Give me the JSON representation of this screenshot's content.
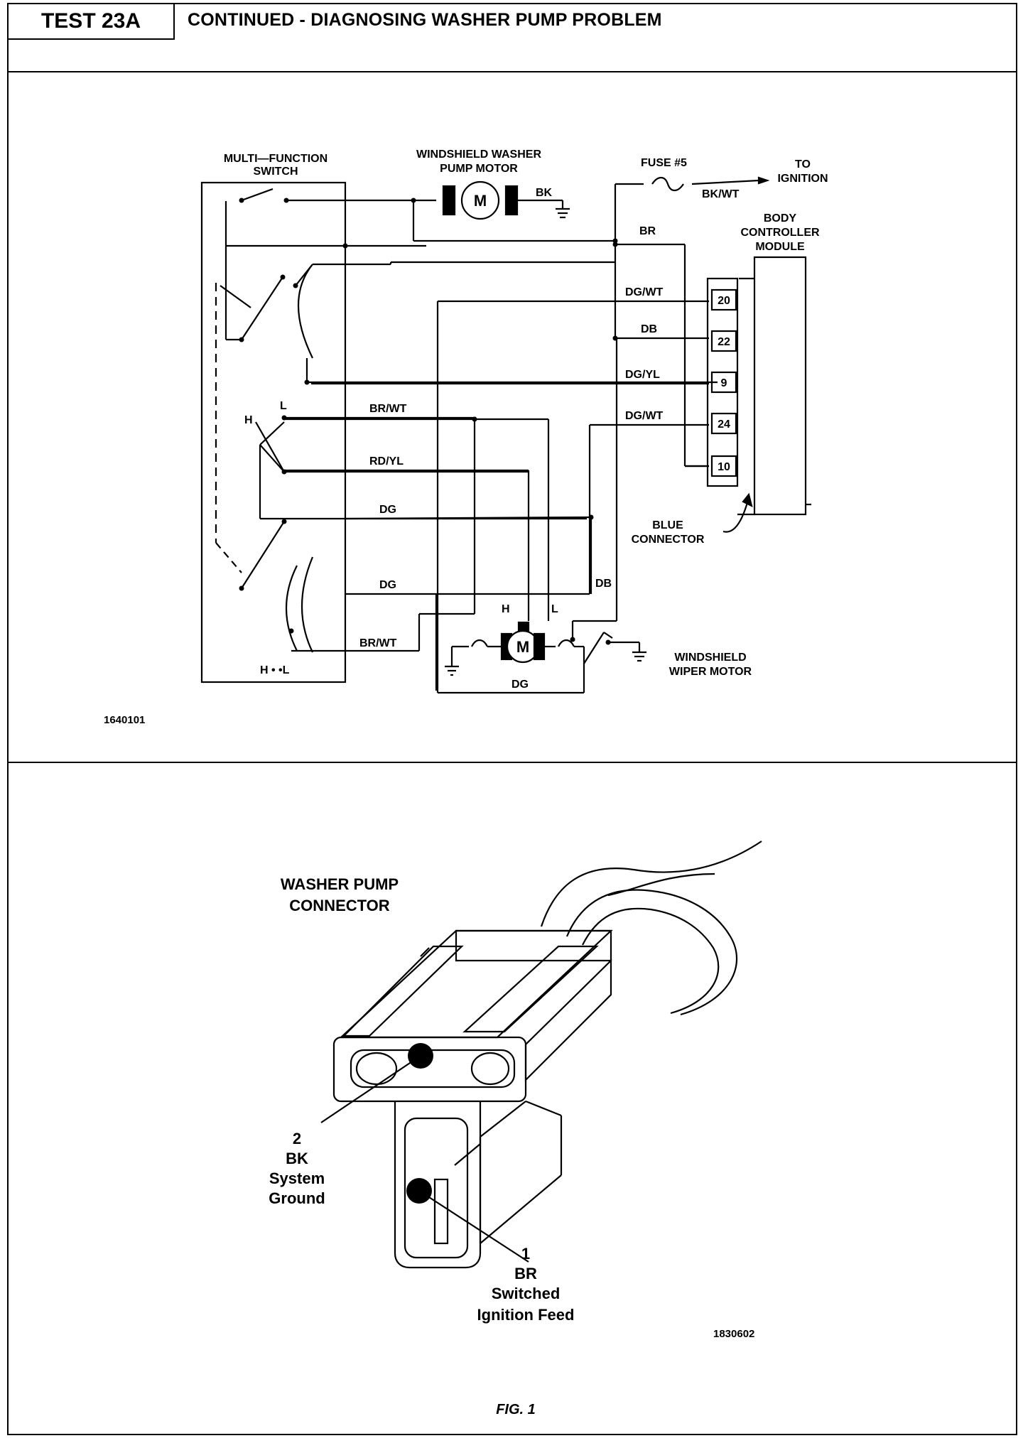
{
  "header": {
    "test_id": "TEST 23A",
    "title": "CONTINUED - DIAGNOSING WASHER PUMP PROBLEM"
  },
  "schematic": {
    "multi_function_switch": [
      "MULTI—FUNCTION",
      "SWITCH"
    ],
    "washer_pump_motor": [
      "WINDSHIELD  WASHER",
      "PUMP  MOTOR"
    ],
    "motor_symbol": "M",
    "fuse": "FUSE  #5",
    "to_ignition": [
      "TO",
      "IGNITION"
    ],
    "body_controller": [
      "BODY",
      "CONTROLLER",
      "MODULE"
    ],
    "wires": {
      "bk": "BK",
      "bk_wt": "BK/WT",
      "br": "BR",
      "dg_wt_top": "DG/WT",
      "db_top": "DB",
      "dg_yl": "DG/YL",
      "dg_wt_mid": "DG/WT",
      "br_wt_top": "BR/WT",
      "rd_yl": "RD/YL",
      "dg_1": "DG",
      "dg_2": "DG",
      "db_low": "DB",
      "br_wt_low": "BR/WT",
      "dg_bottom": "DG"
    },
    "pins": [
      "20",
      "22",
      "9",
      "24",
      "10"
    ],
    "switch_h": "H",
    "switch_l": "L",
    "motor_h": "H",
    "motor_l": "L",
    "switch_bottom": "H •  •L",
    "blue_connector": [
      "BLUE",
      "CONNECTOR"
    ],
    "wiper_motor": [
      "WINDSHIELD",
      "WIPER  MOTOR"
    ],
    "figure_id": "1640101"
  },
  "connector": {
    "title": [
      "WASHER PUMP",
      "CONNECTOR"
    ],
    "pin2": [
      "2",
      "BK",
      "System",
      "Ground"
    ],
    "pin1": [
      "1",
      "BR",
      "Switched",
      "Ignition Feed"
    ],
    "figure_id": "1830602"
  },
  "caption": "FIG. 1"
}
